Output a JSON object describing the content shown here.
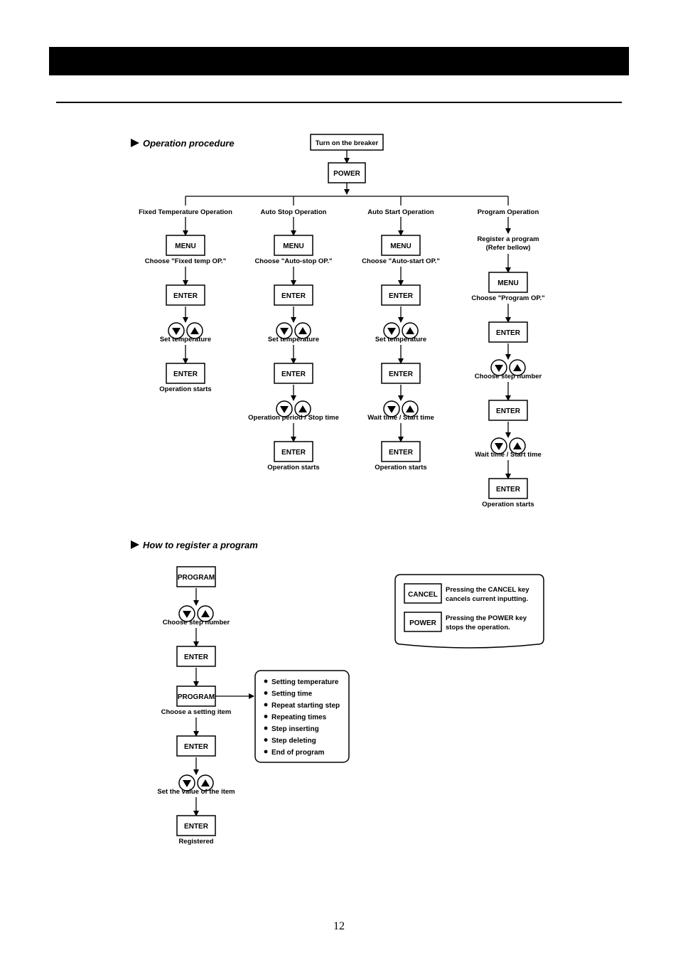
{
  "page_number": "12",
  "sections": {
    "operation_procedure": "Operation procedure",
    "register_program": "How to register a program"
  },
  "start": {
    "breaker": "Turn on the breaker",
    "power": "POWER"
  },
  "columns": [
    {
      "title": "Fixed Temperature Operation",
      "steps": [
        {
          "key": "MENU",
          "caption": "Choose \"Fixed temp OP.\""
        },
        {
          "key": "ENTER",
          "caption": ""
        },
        {
          "key": "ARROWS",
          "caption": "Set temperature"
        },
        {
          "key": "ENTER",
          "caption": "Operation starts"
        }
      ]
    },
    {
      "title": "Auto Stop Operation",
      "steps": [
        {
          "key": "MENU",
          "caption": "Choose \"Auto-stop OP.\""
        },
        {
          "key": "ENTER",
          "caption": ""
        },
        {
          "key": "ARROWS",
          "caption": "Set temperature"
        },
        {
          "key": "ENTER",
          "caption": ""
        },
        {
          "key": "ARROWS",
          "caption": "Operation period / Stop time"
        },
        {
          "key": "ENTER",
          "caption": "Operation starts"
        }
      ]
    },
    {
      "title": "Auto Start Operation",
      "steps": [
        {
          "key": "MENU",
          "caption": "Choose \"Auto-start OP.\""
        },
        {
          "key": "ENTER",
          "caption": ""
        },
        {
          "key": "ARROWS",
          "caption": "Set temperature"
        },
        {
          "key": "ENTER",
          "caption": ""
        },
        {
          "key": "ARROWS",
          "caption": "Wait time / Start time"
        },
        {
          "key": "ENTER",
          "caption": "Operation starts"
        }
      ]
    },
    {
      "title": "Program Operation",
      "note": [
        "Register a program",
        "(Refer bellow)"
      ],
      "steps": [
        {
          "key": "MENU",
          "caption": "Choose \"Program OP.\""
        },
        {
          "key": "ENTER",
          "caption": ""
        },
        {
          "key": "ARROWS",
          "caption": "Choose step number"
        },
        {
          "key": "ENTER",
          "caption": ""
        },
        {
          "key": "ARROWS",
          "caption": "Wait time / Start time"
        },
        {
          "key": "ENTER",
          "caption": "Operation starts"
        }
      ]
    }
  ],
  "register": {
    "steps": [
      {
        "key": "PROGRAM",
        "caption": ""
      },
      {
        "key": "ARROWS",
        "caption": "Choose step number"
      },
      {
        "key": "ENTER",
        "caption": ""
      },
      {
        "key": "PROGRAM",
        "caption": "Choose a setting item"
      },
      {
        "key": "ENTER",
        "caption": ""
      },
      {
        "key": "ARROWS",
        "caption": "Set the value of the item"
      },
      {
        "key": "ENTER",
        "caption": "Registered"
      }
    ],
    "setting_items": [
      "Setting temperature",
      "Setting time",
      "Repeat starting step",
      "Repeating times",
      "Step inserting",
      "Step deleting",
      "End of program"
    ]
  },
  "notes": [
    {
      "key": "CANCEL",
      "lines": [
        "Pressing the CANCEL key",
        "cancels current inputting."
      ]
    },
    {
      "key": "POWER",
      "lines": [
        "Pressing the POWER key",
        "stops the operation."
      ]
    }
  ]
}
